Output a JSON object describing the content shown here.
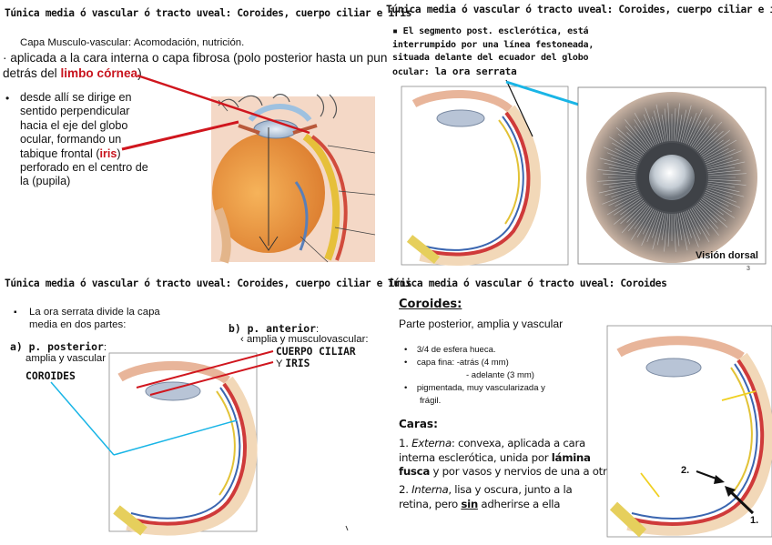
{
  "q1": {
    "title": "Túnica media ó vascular ó tracto uveal: Coroides, cuerpo ciliar e iris",
    "subtitle": "Capa Musculo-vascular: Acomodación, nutrición.",
    "line1": "· aplicada a la cara interna o capa fibrosa (polo posterior hasta un pun",
    "line2_pre": "detrás del ",
    "line2_red": "limbo córnea",
    "line2_post": ")",
    "bullet": "•",
    "b1": "desde allí se dirige en",
    "b2": "sentido perpendicular",
    "b3": "hacia el eje del globo",
    "b4": "ocular, formando un",
    "b5_pre": "tabique frontal (",
    "b5_red": "iris",
    "b5_post": ")",
    "b6": "perforado en el centro de",
    "b7": "la (pupila)"
  },
  "q2": {
    "title": "Túnica media ó vascular ó tracto uveal: Coroides, cuerpo ciliar e iris",
    "l1": "▪ El segmento post. esclerótica, está",
    "l2": "interrumpido por una línea festoneada,",
    "l3": "situada delante del ecuador del globo",
    "l4_pre": "ocular: ",
    "l4_b": "la ora serrata",
    "caption": "Visión dorsal",
    "page_no": "3"
  },
  "q3": {
    "title": "Túnica media ó vascular ó tracto uveal: Coroides, cuerpo ciliar e iris",
    "bullet": "▪",
    "l1": "La ora serrata divide la capa",
    "l2": "media en dos partes:",
    "a_label": "a) p. posterior",
    "a_colon": ":",
    "a_sub": "amplia y vascular",
    "coroides": "COROIDES",
    "b_label": "b) p. anterior",
    "b_colon": ":",
    "b_sub": "‹ amplia y musculovascular:",
    "cuerpo": "CUERPO CILIAR",
    "iris_y": "Y ",
    "iris": "IRIS"
  },
  "q4": {
    "title": "Túnica media ó vascular ó tracto uveal: Coroides",
    "heading": "Coroides:",
    "sub": "Parte posterior, amplia y vascular",
    "i1": "3/4 de esfera hueca.",
    "i2": "capa fina:  -atrás (4 mm)",
    "i2b": "- adelante (3 mm)",
    "i3": "pigmentada, muy vascularizada y",
    "i3b": "frágil.",
    "caras": "Caras:",
    "e_num": "1. ",
    "e_it": "Externa",
    "e_txt": ":  convexa, aplicada a cara",
    "e_l2_pre": "interna esclerótica, unida por ",
    "e_l2_b": "lámina",
    "e_l3_b": "fusca",
    "e_l3_post": " y por vasos y nervios de una a otra",
    "i_num": "2. ",
    "i_it": "Interna",
    "i_txt": ", lisa y oscura, junto a la",
    "i_l2_pre": "retina, pero ",
    "i_l2_b": "sin",
    "i_l2_post": " adherirse a ella",
    "label2": "2.",
    "label1": "1."
  },
  "colors": {
    "red_text": "#c8141e",
    "cyan_line": "#19b5e6",
    "red_line": "#d0161e"
  }
}
